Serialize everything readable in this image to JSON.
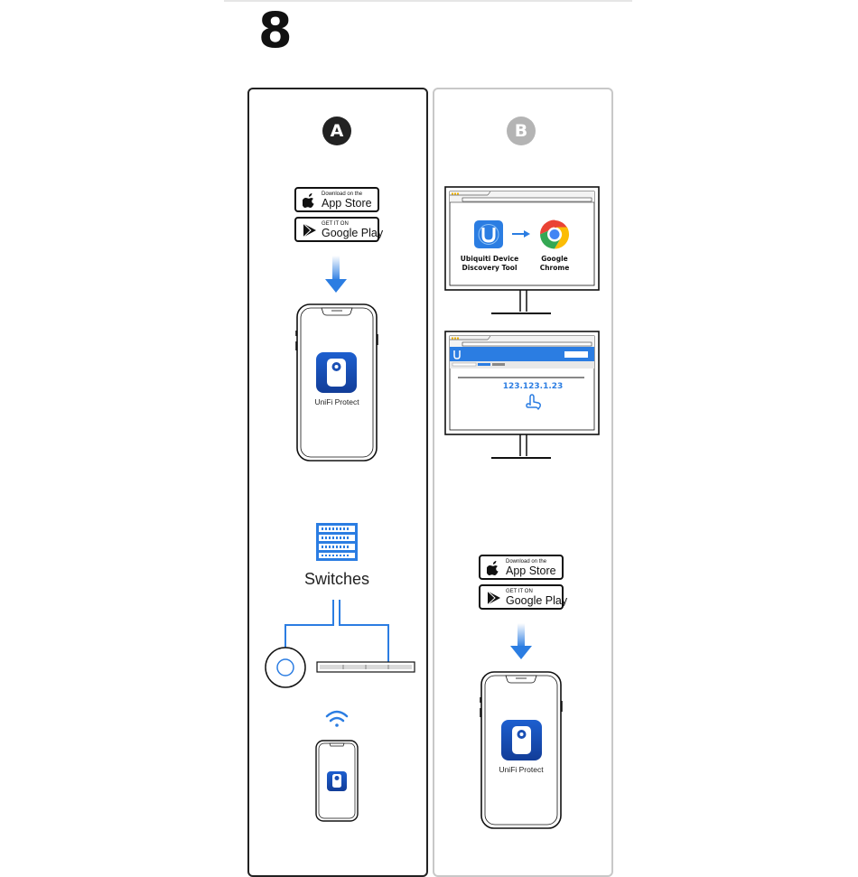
{
  "step_number": "8",
  "panel_a": {
    "badge": "A",
    "app_store": {
      "small": "Download on the",
      "big": "App Store"
    },
    "google_play": {
      "small": "GET IT ON",
      "big": "Google Play"
    },
    "phone_app_label": "UniFi Protect",
    "switches_label": "Switches"
  },
  "panel_b": {
    "badge": "B",
    "discovery_tool_label_1": "Ubiquiti Device",
    "discovery_tool_label_2": "Discovery Tool",
    "chrome_label_1": "Google",
    "chrome_label_2": "Chrome",
    "ip_address": "123.123.1.23",
    "app_store": {
      "small": "Download on the",
      "big": "App Store"
    },
    "google_play": {
      "small": "GET IT ON",
      "big": "Google Play"
    },
    "phone_app_label": "UniFi Protect"
  },
  "colors": {
    "accent_blue": "#2b7de2",
    "app_icon_blue": "#1a4fb4",
    "badge_dark": "#222222",
    "badge_grey": "#b4b4b4"
  },
  "icons": [
    "apple-icon",
    "google-play-icon",
    "arrow-down-icon",
    "unifi-protect-app-icon",
    "switch-stack-icon",
    "access-point-icon",
    "wifi-icon",
    "chrome-icon",
    "ubiquiti-logo-icon",
    "pointer-hand-icon"
  ]
}
